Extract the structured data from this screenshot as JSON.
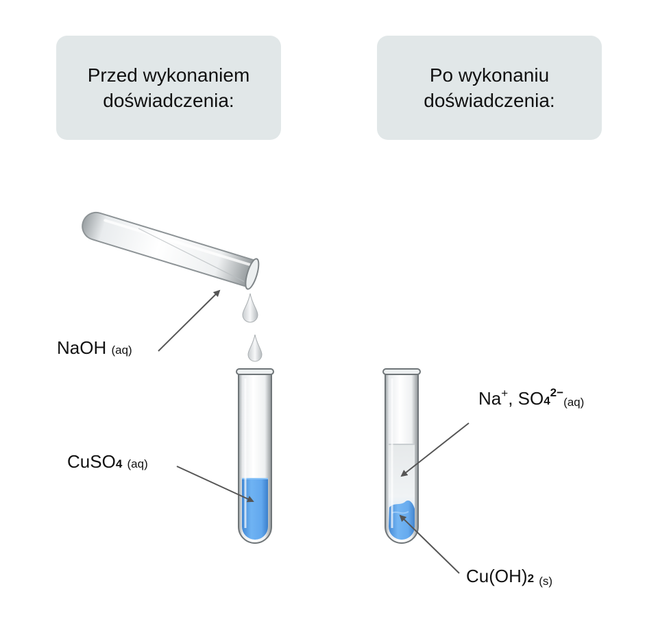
{
  "panels": {
    "before": {
      "line1": "Przed wykonaniem",
      "line2": "doświadczenia:"
    },
    "after": {
      "line1": "Po wykonaniu",
      "line2": "doświadczenia:"
    }
  },
  "labels": {
    "naoh": {
      "main": "NaOH",
      "state": "(aq)"
    },
    "cuso4": {
      "main": "CuSO",
      "index": "4",
      "state": "(aq)"
    },
    "ions": {
      "na": "Na",
      "na_charge": "+",
      "sep": ", SO",
      "index": "4",
      "charge": "2−",
      "state": "(aq)"
    },
    "precipitate": {
      "main": "Cu(OH)",
      "index": "2",
      "state": "(s)"
    }
  },
  "colors": {
    "header_bg": "#e1e7e8",
    "solution_blue": "#5fa7ee",
    "precipitate_blue": "#4b97e6",
    "arrow": "#555555"
  },
  "icons": [
    "test-tube-icon",
    "droplet-icon",
    "arrow-icon"
  ]
}
